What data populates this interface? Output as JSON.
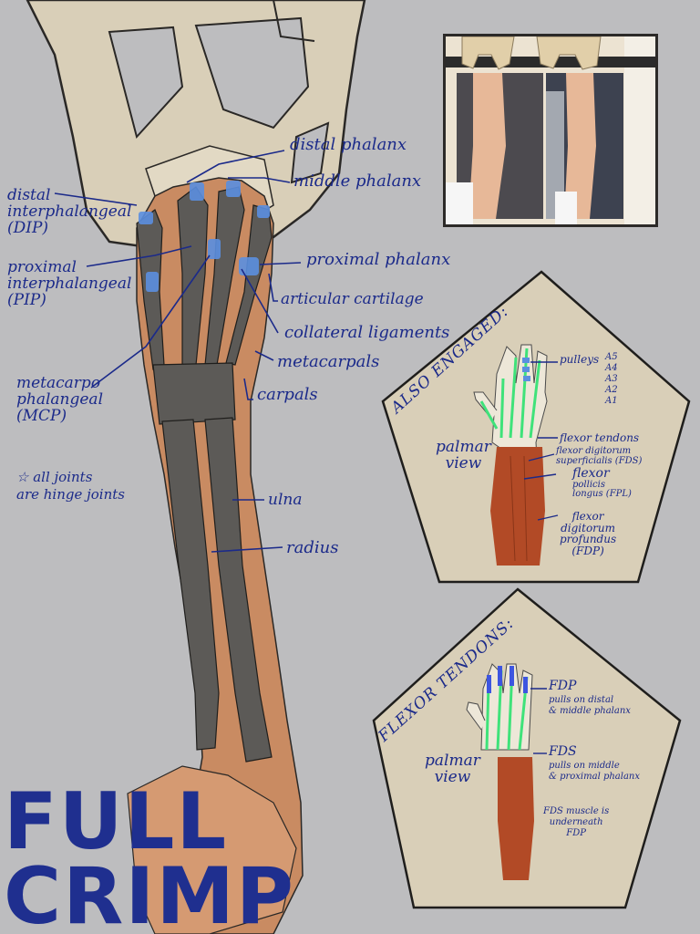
{
  "title": {
    "line1": "FULL",
    "line2": "CRIMP"
  },
  "skeleton_labels": {
    "distal_phalanx": "distal phalanx",
    "middle_phalanx": "middle phalanx",
    "proximal_phalanx": "proximal phalanx",
    "articular_cartilage": "articular cartilage",
    "collateral_ligaments": "collateral ligaments",
    "metacarpals": "metacarpals",
    "carpals": "carpals",
    "ulna": "ulna",
    "radius": "radius",
    "dip": {
      "line1": "distal",
      "line2": "interphalangeal",
      "line3": "(DIP)"
    },
    "pip": {
      "line1": "proximal",
      "line2": "interphalangeal",
      "line3": "(PIP)"
    },
    "mcp": {
      "line1": "metacarpo",
      "line2": "phalangeal",
      "line3": "(MCP)"
    }
  },
  "note": {
    "line1": "☆ all joints",
    "line2": "are hinge joints"
  },
  "panel_engaged": {
    "heading": "ALSO ENGAGED:",
    "view": {
      "line1": "palmar",
      "line2": "view"
    },
    "pulleys": "pulleys",
    "pulley_list": [
      "A5",
      "A4",
      "A3",
      "A2",
      "A1"
    ],
    "flexor_tendons": "flexor tendons",
    "fds": {
      "line1": "flexor digitorum",
      "line2": "superficialis (FDS)"
    },
    "fpl": {
      "line1": "flexor",
      "line2": "pollicis",
      "line3": "longus (FPL)"
    },
    "fdp": {
      "line1": "flexor",
      "line2": "digitorum",
      "line3": "profundus",
      "line4": "(FDP)"
    }
  },
  "panel_tendons": {
    "heading": "FLEXOR TENDONS:",
    "view": {
      "line1": "palmar",
      "line2": "view"
    },
    "fdp": {
      "line1": "FDP",
      "line2": "pulls on distal",
      "line3": "& middle phalanx"
    },
    "fds": {
      "line1": "FDS",
      "line2": "pulls on middle",
      "line3": "& proximal phalanx"
    },
    "note": {
      "line1": "FDS muscle is",
      "line2": "underneath",
      "line3": "FDP"
    }
  },
  "colors": {
    "background": "#bdbdbf",
    "ink": "#1b2a8a",
    "hold": "#d9cfb8",
    "skin": "#c98b62",
    "bone": "#5c5a57",
    "cartilage": "#5b8fe0",
    "tendon": "#3fe27a",
    "muscle": "#b24a26"
  }
}
